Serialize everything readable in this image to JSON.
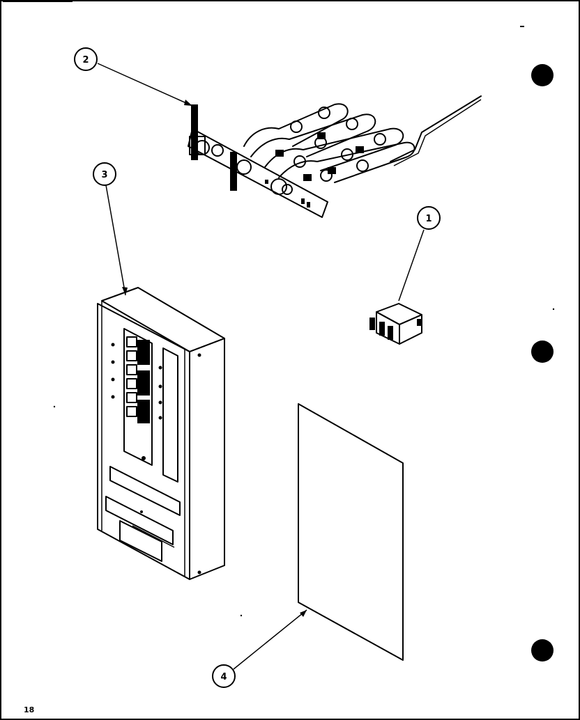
{
  "callouts": [
    {
      "id": "callout-1",
      "label": "1"
    },
    {
      "id": "callout-2",
      "label": "2"
    },
    {
      "id": "callout-3",
      "label": "3"
    },
    {
      "id": "callout-4",
      "label": "4"
    }
  ],
  "page_number": "18",
  "parts": {
    "relay": "relay-part",
    "heater": "heater-assembly-part",
    "panel": "control-panel-part",
    "sheet": "cover-sheet-part"
  }
}
